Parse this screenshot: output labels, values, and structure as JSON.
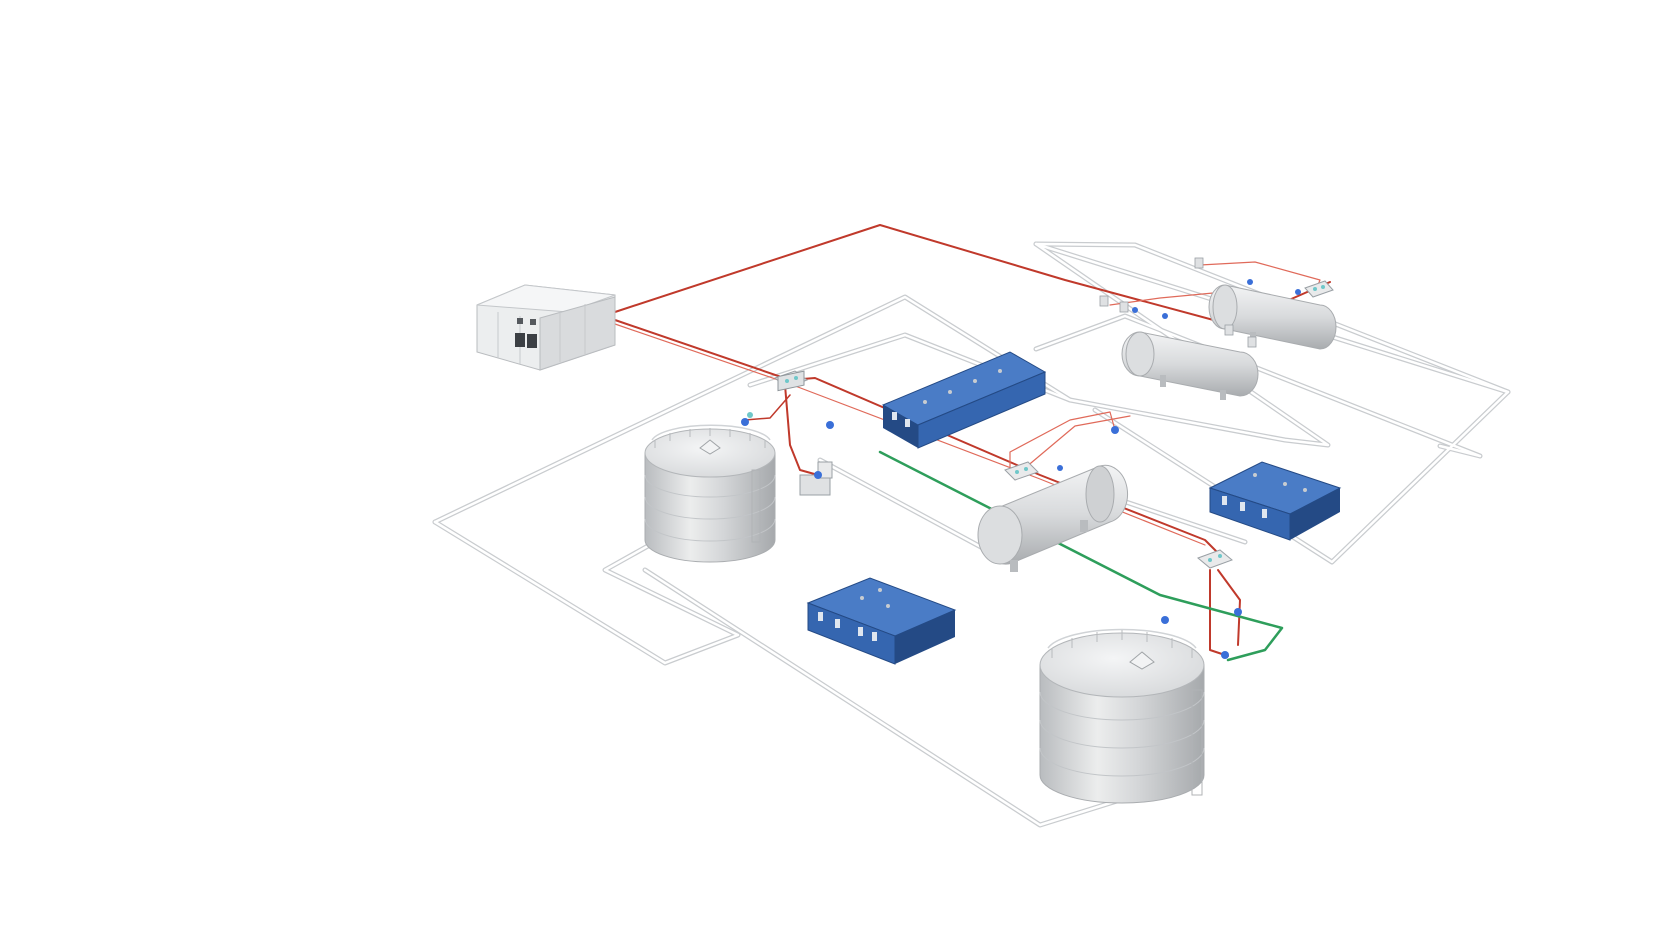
{
  "colors": {
    "background": "#ffffff",
    "pipe_outline": "#c9cccf",
    "pipe_inner": "#ffffff",
    "signal_red": "#c0392b",
    "signal_red_light": "#e06a5a",
    "signal_green": "#2e9e5b",
    "building_blue": "#3566b0",
    "building_blue_dark": "#244a85",
    "building_blue_top": "#4a7cc6",
    "tank_light": "#e9eaeb",
    "tank_mid": "#cfd1d3",
    "tank_dark": "#a9acaf",
    "cabinet_light": "#eceeef",
    "cabinet_dark": "#b9bcbf",
    "device_blue": "#3a6fd8",
    "device_teal": "#6fc7c9"
  },
  "equipment": [
    {
      "id": "control-cabinet",
      "kind": "control-cabinet",
      "icon": "server-rack-icon"
    },
    {
      "id": "tank-left",
      "kind": "vertical-storage-tank",
      "icon": "storage-tank-icon"
    },
    {
      "id": "tank-right",
      "kind": "vertical-storage-tank",
      "icon": "storage-tank-icon"
    },
    {
      "id": "vessel-center",
      "kind": "horizontal-pressure-vessel",
      "icon": "pressure-vessel-icon"
    },
    {
      "id": "vessel-top-a",
      "kind": "horizontal-pressure-vessel",
      "icon": "pressure-vessel-icon"
    },
    {
      "id": "vessel-top-b",
      "kind": "horizontal-pressure-vessel",
      "icon": "pressure-vessel-icon"
    },
    {
      "id": "building-top",
      "kind": "blue-modular-building",
      "icon": "building-icon"
    },
    {
      "id": "building-right",
      "kind": "blue-modular-building",
      "icon": "building-icon"
    },
    {
      "id": "building-bottom",
      "kind": "blue-modular-building",
      "icon": "building-icon"
    },
    {
      "id": "junction-box-1",
      "kind": "junction-box",
      "icon": "junction-box-icon"
    },
    {
      "id": "junction-box-2",
      "kind": "junction-box",
      "icon": "junction-box-icon"
    },
    {
      "id": "junction-box-3",
      "kind": "junction-box",
      "icon": "junction-box-icon"
    },
    {
      "id": "junction-box-4",
      "kind": "junction-box",
      "icon": "junction-box-icon"
    }
  ]
}
